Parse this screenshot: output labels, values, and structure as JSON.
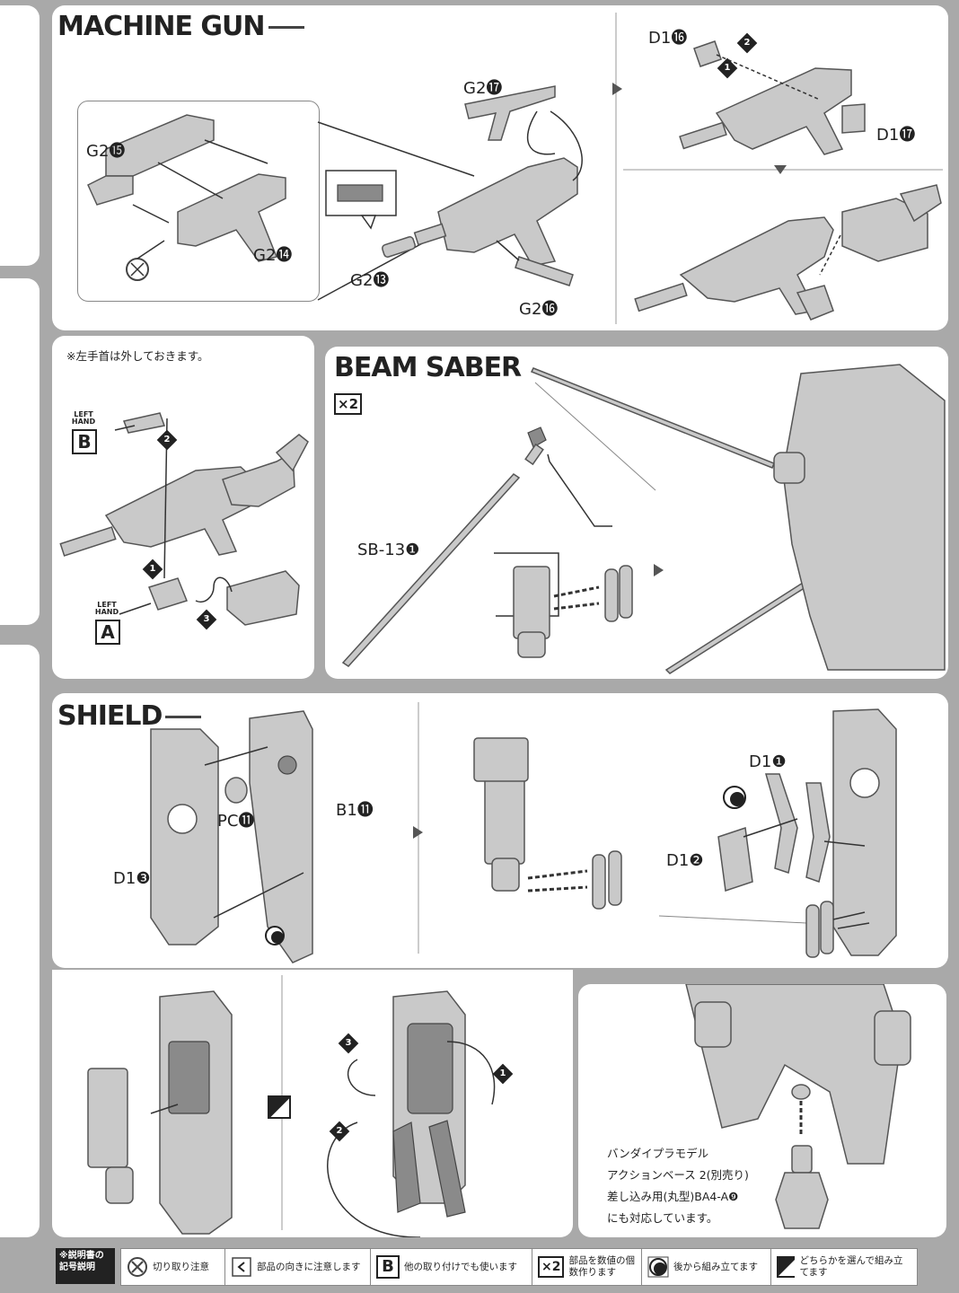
{
  "machine_gun": {
    "title": "MACHINE GUN",
    "labels": {
      "g2_15": "G2⓯",
      "g2_14": "G2⓮",
      "g2_17": "G2⓱",
      "g2_13": "G2⓭",
      "g2_16": "G2⓰",
      "d1_16": "D1⓰",
      "d1_17": "D1⓱"
    },
    "steps": [
      "1",
      "2"
    ]
  },
  "left_hand_panel": {
    "note": "※左手首は外しておきます。",
    "hand_label": "LEFT HAND",
    "hand_b": "B",
    "hand_a": "A",
    "steps": [
      "1",
      "2",
      "3"
    ]
  },
  "beam_saber": {
    "title": "BEAM SABER",
    "quantity": "×2",
    "part_label": "SB-13❶"
  },
  "shield": {
    "title": "SHIELD",
    "labels": {
      "pc11": "PC⓫",
      "b1_11": "B1⓫",
      "d1_3": "D1❸",
      "d1_1": "D1❶",
      "d1_2": "D1❷"
    },
    "rotation_steps": [
      "1",
      "2",
      "3"
    ]
  },
  "action_base_note": {
    "line1": "バンダイプラモデル",
    "line2": "アクションベース 2(別売り)",
    "line3": "差し込み用(丸型)BA4-A❾",
    "line4": "にも対応しています。"
  },
  "legend": {
    "title": "※説明書の記号説明",
    "items": [
      {
        "icon": "cut-icon",
        "text": "切り取り注意"
      },
      {
        "icon": "direction-icon",
        "text": "部品の向きに注意します"
      },
      {
        "icon": "b-box-icon",
        "symbol": "B",
        "text": "他の取り付けでも使います"
      },
      {
        "icon": "x2-icon",
        "symbol": "×2",
        "text": "部品を数値の個数作ります"
      },
      {
        "icon": "assemble-later-icon",
        "text": "後から組み立てます"
      },
      {
        "icon": "choose-icon",
        "text": "どちらかを選んで組み立てます"
      }
    ]
  }
}
